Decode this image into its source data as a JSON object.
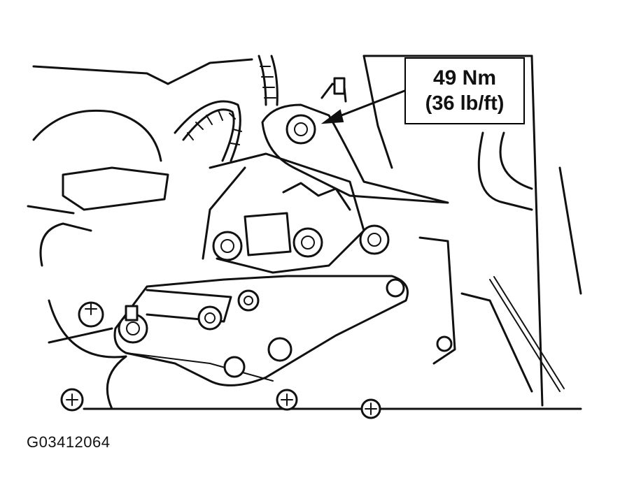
{
  "callout": {
    "torque_nm": "49 Nm",
    "torque_lbft": "(36 lb/ft)"
  },
  "figure": {
    "id": "G03412064"
  },
  "colors": {
    "ink": "#111111",
    "paper": "#ffffff"
  }
}
